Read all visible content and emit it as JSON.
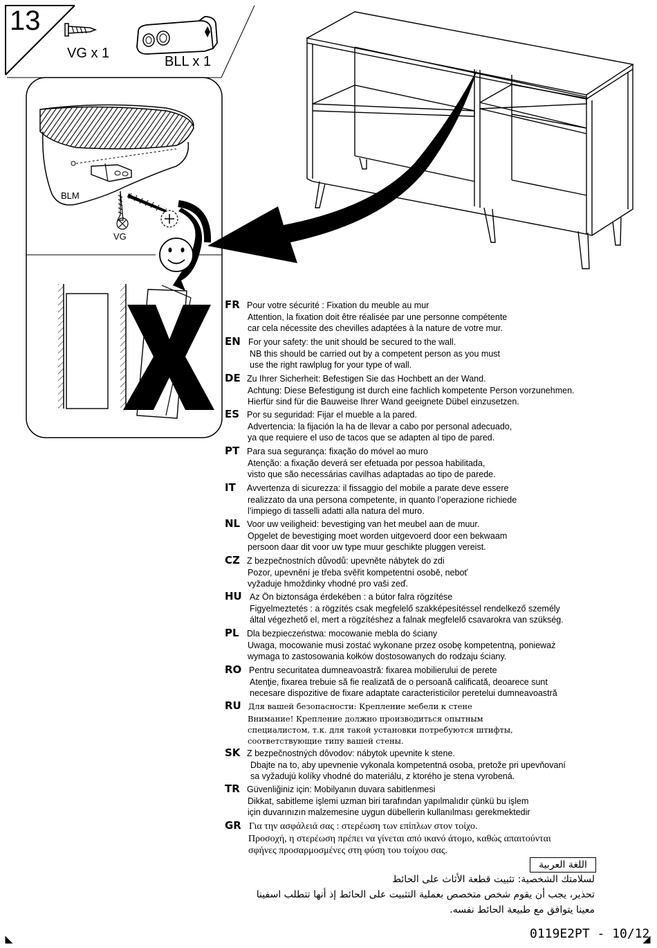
{
  "step": {
    "number": "13"
  },
  "parts": [
    {
      "code_qty": "VG x 1",
      "icon": "screw-icon"
    },
    {
      "code_qty": "BLL x 1",
      "icon": "bracket-icon"
    }
  ],
  "detail_labels": {
    "bracket": "BLM",
    "screw": "VG"
  },
  "safety": [
    {
      "code": "FR",
      "lines": [
        "Pour votre sécurité : Fixation du meuble au mur",
        "Attention, la fixation doit être réalisée par une personne compétente\ncar cela nécessite des chevilles adaptées à la nature de votre mur."
      ]
    },
    {
      "code": "EN",
      "lines": [
        "For your safety: the unit should be secured to the wall.",
        "NB this should be carried out by a competent person as you must\nuse the right rawlplug for your type of wall."
      ]
    },
    {
      "code": "DE",
      "lines": [
        "Zu Ihrer Sicherheit: Befestigen Sie das Hochbett an der Wand.",
        "Achtung: Diese Befestigung ist durch eine fachlich kompetente Person vorzunehmen.\nHierfür sind für die Bauweise Ihrer Wand geeignete Dübel einzusetzen."
      ]
    },
    {
      "code": "ES",
      "lines": [
        "Por su seguridad: Fijar el mueble a la pared.",
        "Advertencia: la fijación la ha de llevar a cabo por personal adecuado,\nya que requiere el uso de tacos que se adapten al tipo de pared."
      ]
    },
    {
      "code": "PT",
      "lines": [
        "Para sua segurança: fixação do móvel ao muro",
        "Atenção: a fixação deverá ser efetuada por pessoa habilitada,\nvisto que são necessárias cavilhas adaptadas ao tipo de parede."
      ]
    },
    {
      "code": "IT",
      "lines": [
        "Avvertenza di sicurezza: il fissaggio del mobile a parate deve essere",
        "realizzato da una persona competente, in quanto l’operazione richiede\nl’impiego di tasselli adatti alla natura del muro."
      ]
    },
    {
      "code": "NL",
      "lines": [
        "Voor uw veiligheid: bevestiging van het meubel aan de muur.",
        "Opgelet de bevestiging moet worden uitgevoerd door een bekwaam\npersoon daar dit voor uw type muur geschikte pluggen vereist."
      ]
    },
    {
      "code": "CZ",
      "lines": [
        "Z bezpečnostních důvodů: upevněte nábytek do zdi",
        "Pozor, upevnění je třeba svěřit kompetentní osobě, neboť\nvyžaduje hmoždinky vhodné pro vaši zeď."
      ]
    },
    {
      "code": "HU",
      "lines": [
        "Az Ön biztonsága érdekében : a bútor falra rögzítése",
        "Figyelmeztetés : a rögzítés csak megfelelő szakképesítéssel rendelkező személy\náltal végezhető el, mert a rögzítéshez a falnak megfelelő csavarokra van szükség."
      ]
    },
    {
      "code": "PL",
      "lines": [
        "Dla bezpieczeństwa: mocowanie mebla do ściany",
        "Uwaga, mocowanie musi zostać wykonane przez osobę kompetentną, ponieważ\nwymaga to zastosowania kołków dostosowanych do rodzaju ściany."
      ]
    },
    {
      "code": "RO",
      "lines": [
        "Pentru securitatea dumneavoastră: fixarea mobilierului de perete",
        "Atenţie, fixarea trebuie să fie realizată de o persoană calificată, deoarece sunt\nnecesare dispozitive de fixare adaptate caracteristicilor peretelui dumneavoastră"
      ]
    },
    {
      "code": "RU",
      "lines": [
        "Для вашей безопасности: Крепление мебели к стене",
        "Внимание! Крепление должно производиться опытным\nспециалистом, т.к. для такой установки потребуются штифты,\nсоответствующие типу вашей стены."
      ]
    },
    {
      "code": "SK",
      "lines": [
        "Z bezpečnostných dôvodov: nábytok upevnite k stene.",
        "Dbajte na to, aby upevnenie vykonala kompetentná osoba, pretože pri upevňovaní\nsa vyžadujú kolíky vhodné do materiálu, z ktorého je stena vyrobená."
      ]
    },
    {
      "code": "TR",
      "lines": [
        "Güvenliğiniz için: Mobilyanın duvara sabitlenmesi",
        "Dikkat, sabitleme işlemi uzman biri tarafından yapılmalıdır çünkü bu işlem\niçin duvarınızın malzemesine uygun dübellerin kullanılması gerekmektedir"
      ]
    },
    {
      "code": "GR",
      "lines": [
        "Για την ασφάλειά σας : στερέωση των επίπλων στον τοίχο.",
        "Προσοχή, η στερέωση πρέπει να γίνεται από ικανό άτομο, καθώς απαιτούνται\nσφήνες προσαρμοσμένες στη φύση του τοίχου σας."
      ]
    }
  ],
  "arabic": {
    "title": "اللغة العربية",
    "lines": [
      "لسلامتك الشخصية: تثبيت قطعة الأثاث على الحائط",
      "تحذير، يجب أن يقوم شخص متخصص بعملية التثبيت على الحائط إذ أنها تتطلب اسفينا",
      "معينا يتوافق مع طبيعة الحائط نفسه."
    ]
  },
  "footer": {
    "page": "0119E2PT - 10/12"
  }
}
